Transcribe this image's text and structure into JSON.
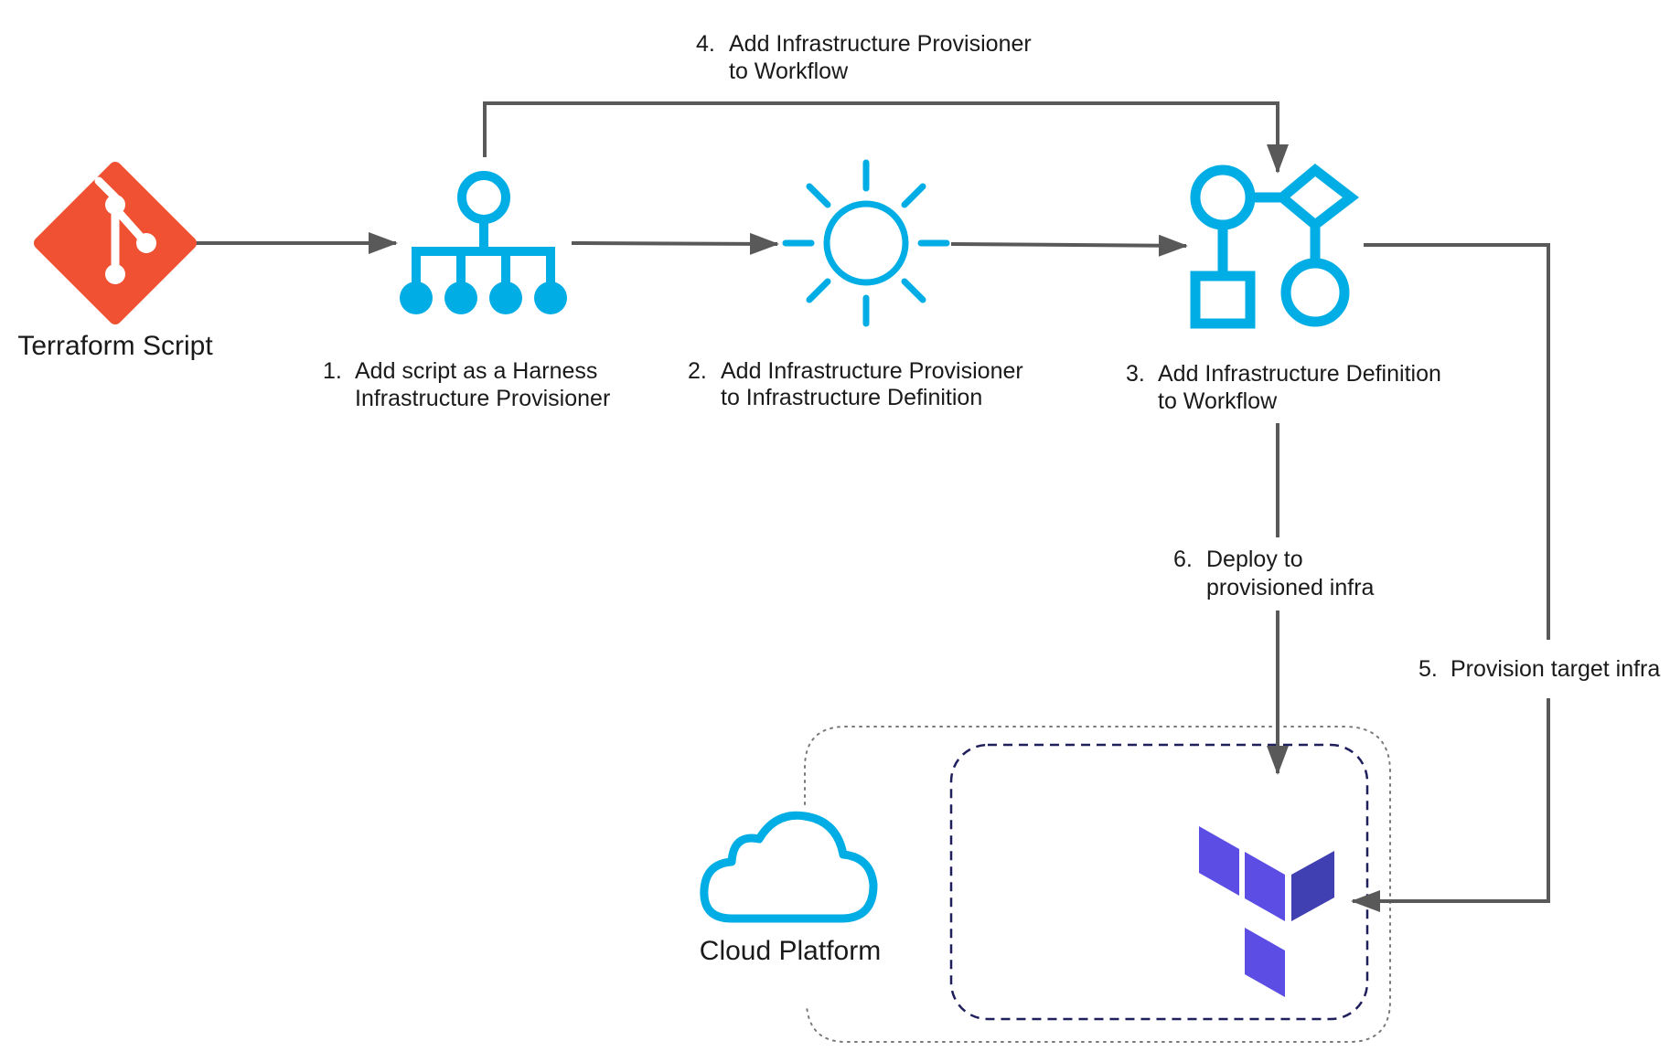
{
  "nodes": {
    "git": {
      "label": "Terraform Script",
      "icon": "git-icon"
    },
    "provisioner": {
      "icon": "hierarchy-icon",
      "step_number": "1.",
      "step_lines": [
        "Add script as a Harness",
        "Infrastructure Provisioner"
      ]
    },
    "definition": {
      "icon": "sun-icon",
      "step_number": "2.",
      "step_lines": [
        "Add Infrastructure Provisioner",
        "to Infrastructure Definition"
      ]
    },
    "workflow": {
      "icon": "workflow-icon",
      "step_number": "3.",
      "step_lines": [
        "Add Infrastructure Definition",
        "to Workflow"
      ]
    },
    "cloud": {
      "label": "Cloud Platform",
      "icon": "cloud-icon"
    },
    "terraform": {
      "icon": "terraform-logo-icon"
    }
  },
  "edges": {
    "step4": {
      "step_number": "4.",
      "step_lines": [
        "Add Infrastructure Provisioner",
        "to Workflow"
      ]
    },
    "step5": {
      "step_number": "5.",
      "step_lines": [
        "Provision target infra"
      ]
    },
    "step6": {
      "step_number": "6.",
      "step_lines": [
        "Deploy to",
        "provisioned infra"
      ]
    }
  },
  "colors": {
    "icon_blue": "#00ade4",
    "git_red": "#f05133",
    "arrow_gray": "#595959",
    "terraform_purple": "#5c4ee5",
    "terraform_dark": "#4040b2",
    "dashed_navy": "#1f1f5c",
    "dotted_gray": "#7a7a7a"
  }
}
